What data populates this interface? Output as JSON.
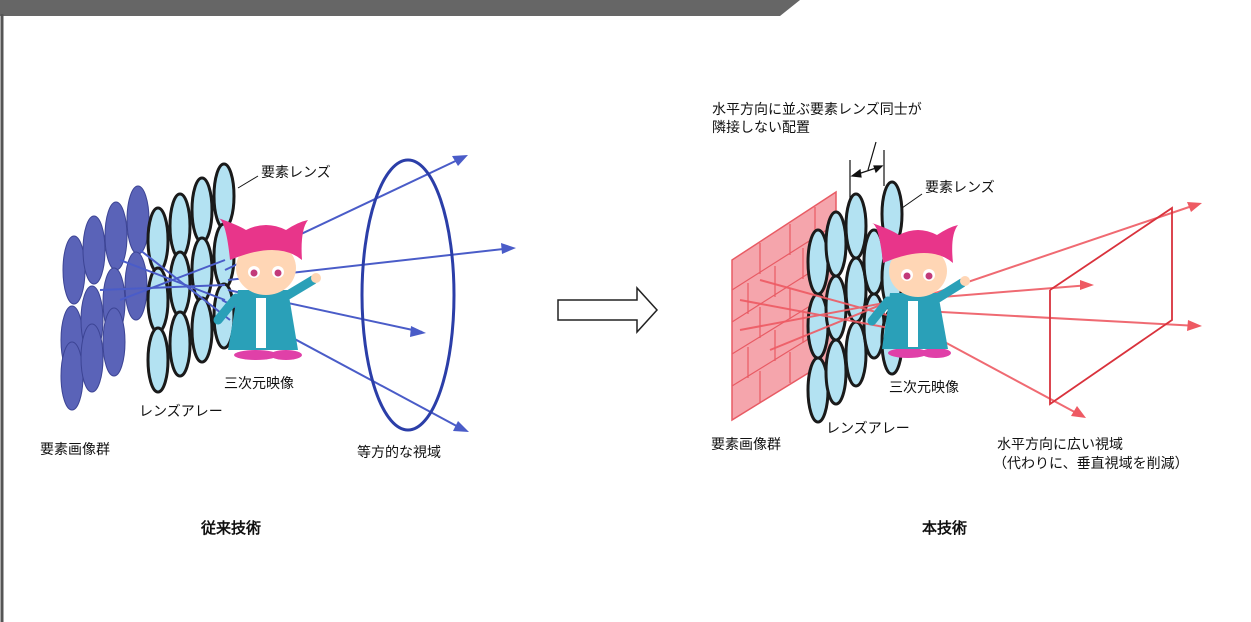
{
  "colors": {
    "header_bar": "#666666",
    "frame_border": "#555555",
    "lens_fill": "#b3e2f2",
    "lens_edge": "#1a1a1a",
    "conventional_image": "#5a63b8",
    "conventional_rays": "#4a5cc8",
    "proposed_image": "#f08a93",
    "proposed_rays": "#ee5a63",
    "character_hair": "#e8358a",
    "character_suit": "#2aa0b8"
  },
  "left": {
    "label_element_lens": "要素レンズ",
    "label_element_image_group": "要素画像群",
    "label_lens_array": "レンズアレー",
    "label_3d_image": "三次元映像",
    "label_viewing_zone": "等方的な視域",
    "caption": "従来技術"
  },
  "right": {
    "label_arrangement_line1": "水平方向に並ぶ要素レンズ同士が",
    "label_arrangement_line2": "隣接しない配置",
    "label_element_lens": "要素レンズ",
    "label_element_image_group": "要素画像群",
    "label_lens_array": "レンズアレー",
    "label_3d_image": "三次元映像",
    "label_viewing_zone_line1": "水平方向に広い視域",
    "label_viewing_zone_line2": "（代わりに、垂直視域を削減）",
    "caption": "本技術"
  },
  "transition_arrow": "right-arrow-icon"
}
